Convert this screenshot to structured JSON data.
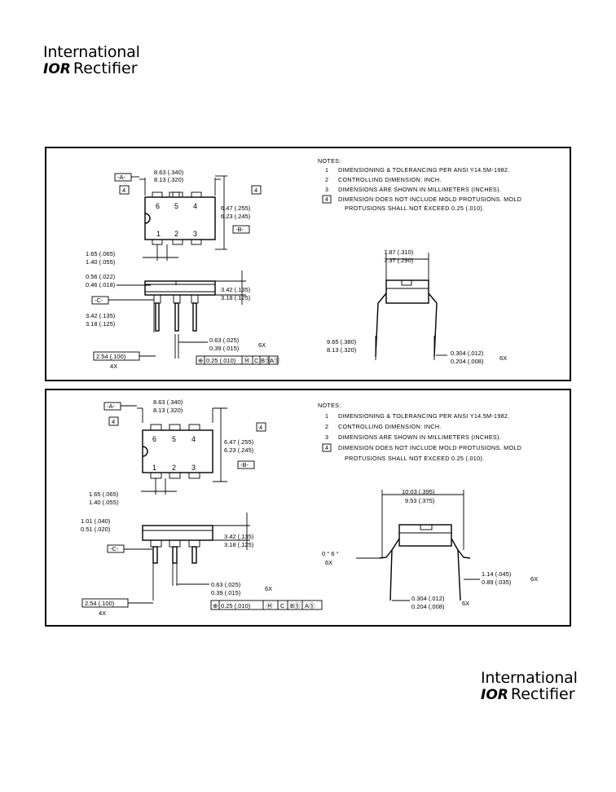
{
  "logo_top": {
    "line1": "International",
    "line2_badge": "IOR",
    "line2_text": "Rectifier"
  },
  "logo_bottom": {
    "line1": "International",
    "line2_badge": "IOR",
    "line2_text": "Rectifier"
  },
  "panel1": {
    "datum_a": "-A-",
    "datum_b": "-B-",
    "datum_c": "-C-",
    "note_flag": "4",
    "pins_top": [
      "6",
      "5",
      "4"
    ],
    "pins_bottom": [
      "1",
      "2",
      "3"
    ],
    "dim_length": [
      "8.63 (.340)",
      "8.13 (.320)"
    ],
    "dim_width": [
      "6.47 (.255)",
      "6.23 (.245)"
    ],
    "dim_pin_spacing": [
      "1.65 (.065)",
      "1.40 (.055)"
    ],
    "dim_lead_width": [
      "0.56 (.022)",
      "0.46 (.018)"
    ],
    "dim_body_height": [
      "3.42 (.135)",
      "3.18 (.125)"
    ],
    "dim_lead_length": [
      "3.42 (.135)",
      "3.18 (.125)"
    ],
    "dim_lead_thick": [
      "0.63 (.025)",
      "0.39 (.015)"
    ],
    "dim_lead_thick_qty": "6X",
    "dim_pitch": "2.54 (.100)",
    "dim_pitch_qty": "4X",
    "fcf": [
      "⊕",
      "0.25 (.010)",
      "Ⓜ",
      "C",
      "BⓈ",
      "AⓈ"
    ],
    "notes_title": "NOTES:",
    "notes": [
      {
        "n": "1",
        "t": "DIMENSIONING & TOLERANCING  PER  ANSI  Y14.5M-1982."
      },
      {
        "n": "2",
        "t": "CONTROLLING  DIMENSION:  INCH."
      },
      {
        "n": "3",
        "t": "DIMENSIONS  ARE  SHOWN  IN  MILLIMETERS  (INCHES)."
      },
      {
        "n": "4",
        "t": "DIMENSION  DOES  NOT  INCLUDE  MOLD  PROTUSIONS.  MOLD"
      }
    ],
    "note4_cont": "PROTUSIONS  SHALL  NOT  EXCEED  0.25  (.010).",
    "end_row_spacing": [
      "7.87 (.310)",
      "7.37 (.290)"
    ],
    "end_lead_span": [
      "9.65 (.380)",
      "8.13 (.320)"
    ],
    "end_lead_thick": [
      "0.304 (.012)",
      "0.204 (.008)"
    ],
    "end_lead_thick_qty": "6X"
  },
  "panel2": {
    "datum_a": "-A-",
    "datum_b": "-B-",
    "datum_c": "-C-",
    "note_flag": "4",
    "pins_top": [
      "6",
      "5",
      "4"
    ],
    "pins_bottom": [
      "1",
      "2",
      "3"
    ],
    "dim_length": [
      "8.63 (.340)",
      "8.13 (.320)"
    ],
    "dim_width": [
      "6.47 (.255)",
      "6.23 (.245)"
    ],
    "dim_pin_spacing": [
      "1.65 (.065)",
      "1.40 (.055)"
    ],
    "dim_standoff": [
      "1.01 (.040)",
      "0.51 (.020)"
    ],
    "dim_body_height": [
      "3.42 (.135)",
      "3.18 (.125)"
    ],
    "dim_lead_thick": [
      "0.63 (.025)",
      "0.39 (.015)"
    ],
    "dim_lead_thick_qty": "6X",
    "dim_pitch": "2.54 (.100)",
    "dim_pitch_qty": "4X",
    "fcf": [
      "⊕",
      "0.25 (.010)",
      "Ⓜ",
      "C",
      "BⓈ",
      "AⓈ"
    ],
    "notes_title": "NOTES:",
    "notes": [
      {
        "n": "1",
        "t": "DIMENSIONING & TOLERANCING  PER  ANSI  Y14.5M-1982."
      },
      {
        "n": "2",
        "t": "CONTROLLING  DIMENSION:  INCH."
      },
      {
        "n": "3",
        "t": "DIMENSIONS  ARE  SHOWN  IN  MILLIMETERS  (INCHES)."
      },
      {
        "n": "4",
        "t": "DIMENSION  DOES  NOT  INCLUDE  MOLD  PROTUSIONS.  MOLD"
      }
    ],
    "note4_cont": "PROTUSIONS  SHALL  NOT  EXCEED  0.25  (.010).",
    "end_lead_span": [
      "10.03 (.395)",
      "9.53 (.375)"
    ],
    "end_angle": "0 °  6 °",
    "end_angle_qty": "6X",
    "end_foot": [
      "1.14 (.045)",
      "0.89 (.035)"
    ],
    "end_foot_qty": "6X",
    "end_lead_thick": [
      "0.304 (.012)",
      "0.204 (.008)"
    ],
    "end_lead_thick_qty": "6X"
  }
}
